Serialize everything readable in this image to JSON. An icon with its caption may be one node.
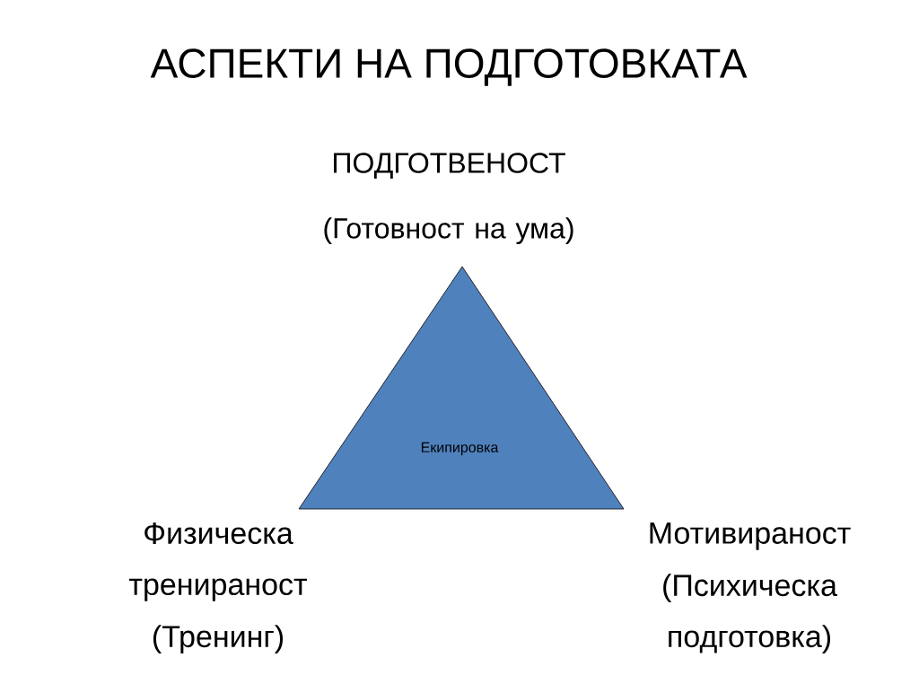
{
  "diagram": {
    "title": "АСПЕКТИ НА ПОДГОТОВКАТА",
    "nodes": [
      {
        "text": [
          "Екипировка"
        ]
      }
    ],
    "labels": [
      "ПОДГОТВЕНОСТ",
      "(Готовност на ума)",
      "Физическа тренираност",
      "(Тренинг)",
      "Мотивираност",
      "(Психическа подготовка)"
    ]
  }
}
